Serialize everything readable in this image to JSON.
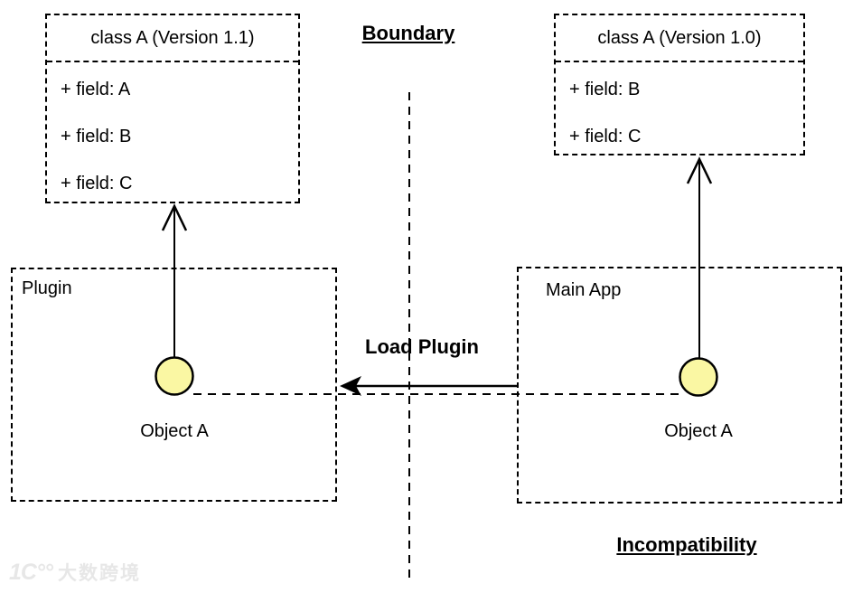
{
  "labels": {
    "boundary": "Boundary",
    "load_plugin": "Load Plugin",
    "incompatibility": "Incompatibility"
  },
  "class_boxes": {
    "left": {
      "title": "class A (Version 1.1)",
      "fields": [
        "+ field: A",
        "+ field: B",
        "+ field: C"
      ]
    },
    "right": {
      "title": "class A (Version 1.0)",
      "fields": [
        "+ field: B",
        "+ field: C"
      ]
    }
  },
  "containers": {
    "plugin": {
      "label": "Plugin",
      "object_label": "Object A"
    },
    "main_app": {
      "label": "Main App",
      "object_label": "Object A"
    }
  },
  "colors": {
    "line": "#000000",
    "object_fill": "#FAF7A3",
    "object_stroke": "#000000",
    "watermark": "#E7E7E7"
  },
  "watermark": {
    "logo": "1C°°",
    "text": "大数跨境"
  }
}
